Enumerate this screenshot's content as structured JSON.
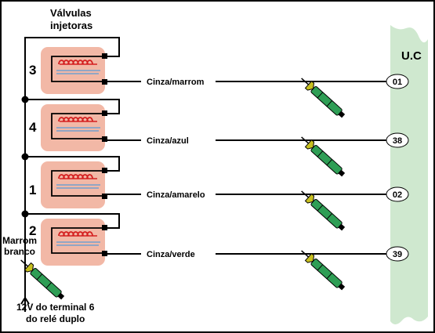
{
  "title_line1": "Válvulas",
  "title_line2": "injetoras",
  "uc_label": "U.C",
  "supply_line1": "Marrom",
  "supply_line2": "branco",
  "footer_line1": "12V do terminal 6",
  "footer_line2": "do relé duplo",
  "injectors": [
    {
      "number": "3",
      "wire": "Cinza/marrom",
      "terminal": "01"
    },
    {
      "number": "4",
      "wire": "Cinza/azul",
      "terminal": "38"
    },
    {
      "number": "1",
      "wire": "Cinza/amarelo",
      "terminal": "02"
    },
    {
      "number": "2",
      "wire": "Cinza/verde",
      "terminal": "39"
    }
  ],
  "colors": {
    "background": "#ffffff",
    "border": "#000000",
    "injector_body": "#f2b8a6",
    "coil": "#d42020",
    "needle": "#5a9ad6",
    "uc_panel": "#cfe8cf",
    "probe": "#2e9e55",
    "probe_tip": "#c8c020"
  }
}
